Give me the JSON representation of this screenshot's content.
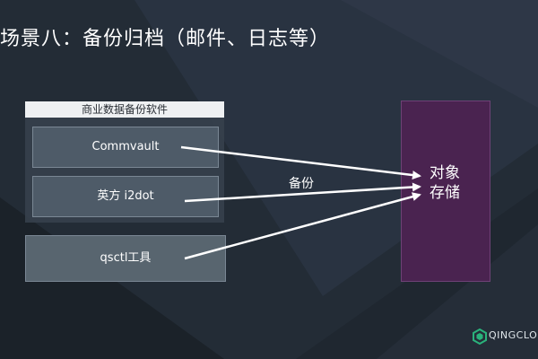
{
  "slide": {
    "title": "场景八：备份归档（邮件、日志等）"
  },
  "diagram": {
    "panel_header": "商业数据备份软件",
    "sources": [
      "Commvault",
      "英方 i2dot",
      "qsctl工具"
    ],
    "edge_label": "备份",
    "target": [
      "对象",
      "存储"
    ]
  },
  "brand": {
    "logo_text": "QINGCLOUD",
    "logo_color": "#2ab27b"
  },
  "colors": {
    "background": "#1f2730",
    "storage_fill": "#4a2350"
  }
}
